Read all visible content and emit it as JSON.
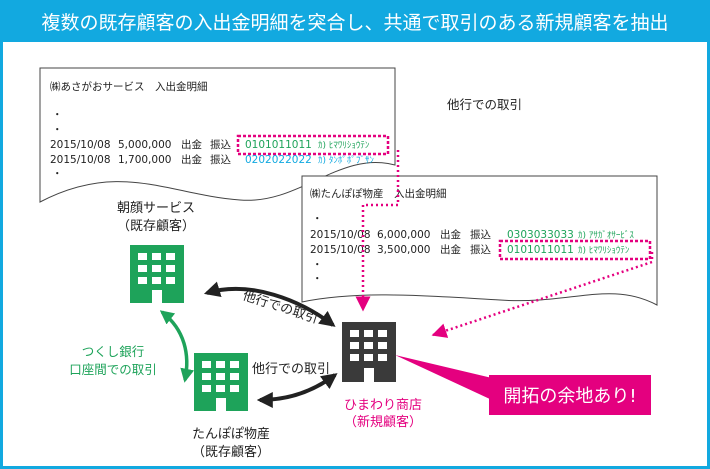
{
  "title": "複数の既存顧客の入出金明細を突合し、共通で取引のある新規顧客を抽出",
  "colors": {
    "accent": "#12a9e0",
    "green": "#1ea35a",
    "magenta": "#e4007f",
    "building_gray": "#3a3a3a",
    "link_blue": "#12a9e0"
  },
  "icons": {
    "building_green": "building-icon",
    "building_gray": "building-icon"
  },
  "statement1": {
    "title": "㈱あさがおサービス　入出金明細",
    "bullets": [
      "・",
      "・",
      "・"
    ],
    "rows": [
      {
        "date": "2015/10/08",
        "amount": "5,000,000",
        "type": "出金",
        "method": "振込",
        "account": "0101011011",
        "name": "ｶ) ﾋﾏﾜﾘｼｮｳﾃﾝ"
      },
      {
        "date": "2015/10/08",
        "amount": "1,700,000",
        "type": "出金",
        "method": "振込",
        "account": "0202022022",
        "name": "ｶ) ﾀﾝﾎﾟﾎﾟﾌﾞｻﾝ"
      }
    ]
  },
  "other_bank_label": "他行での取引",
  "statement2": {
    "title": "㈱たんぽぽ物産　入出金明細",
    "bullets": [
      "・",
      "・",
      "・"
    ],
    "rows": [
      {
        "date": "2015/10/08",
        "amount": "6,000,000",
        "type": "出金",
        "method": "振込",
        "account": "0303033033",
        "name": "ｶ) ｱｻｶﾞｵｻｰﾋﾞｽ"
      },
      {
        "date": "2015/10/08",
        "amount": "3,500,000",
        "type": "出金",
        "method": "振込",
        "account": "0101011011",
        "name": "ｶ) ﾋﾏﾜﾘｼｮｳﾃﾝ"
      }
    ]
  },
  "entities": {
    "asagao": {
      "line1": "朝顔サービス",
      "line2": "（既存顧客）"
    },
    "tanpopo": {
      "line1": "たんぽぽ物産",
      "line2": "（既存顧客）"
    },
    "himawari": {
      "line1": "ひまわり商店",
      "line2": "（新規顧客）"
    }
  },
  "edges": {
    "asagao_himawari": "他行での取引",
    "tanpopo_himawari": "他行での取引",
    "internal_line1": "つくし銀行",
    "internal_line2": "口座間での取引"
  },
  "callout": "開拓の余地あり!"
}
